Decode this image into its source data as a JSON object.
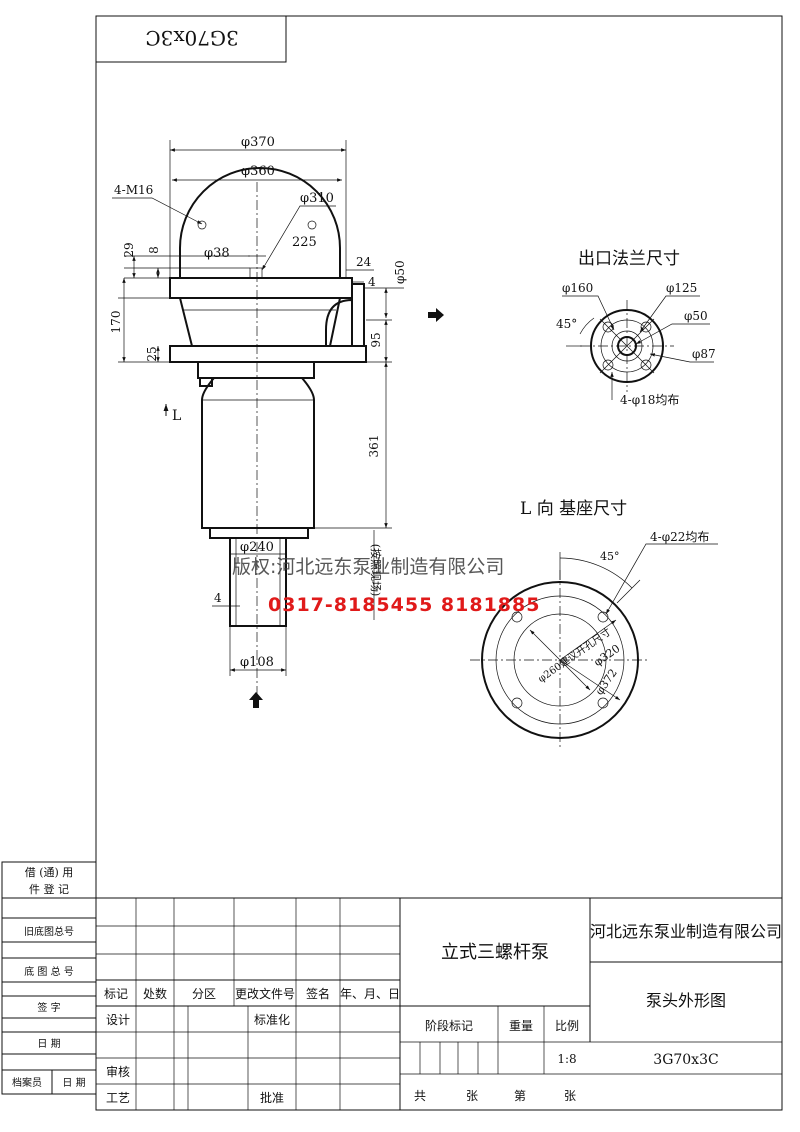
{
  "drawing": {
    "model_stamp": "3G70x3C",
    "dims": {
      "d370": "φ370",
      "d360": "φ360",
      "m16": "4-M16",
      "d310": "φ310",
      "d38": "φ38",
      "d225": "225",
      "d29": "29",
      "d8": "8",
      "d24": "24",
      "d4a": "4",
      "d50": "φ50",
      "d170": "170",
      "d25": "25",
      "d95": "95",
      "d361": "361",
      "d240": "φ240",
      "d4b": "4",
      "d108": "φ108",
      "view_l": "L",
      "side_note": "(按照现场)"
    },
    "outlet": {
      "title": "出口法兰尺寸",
      "d160": "φ160",
      "d125": "φ125",
      "angle": "45°",
      "d50": "φ50",
      "d87": "φ87",
      "holes": "4-φ18均布"
    },
    "base": {
      "title": "L 向 基座尺寸",
      "angle": "45°",
      "holes": "4-φ22均布",
      "d260": "φ260建议开孔尺寸",
      "d320": "φ320",
      "d372": "φ372"
    }
  },
  "watermark": {
    "line1": "版权:河北远东泵业制造有限公司",
    "line2": "0317-8185455  8181885"
  },
  "left_strip": {
    "borrow1": "借 (通) 用",
    "borrow2": "件 登 记",
    "old_no": "旧底图总号",
    "base_no": "底 图 总 号",
    "sign": "签     字",
    "date": "日     期",
    "archivist": "档案员",
    "date2": "日 期"
  },
  "title_block": {
    "h_mark": "标记",
    "h_count": "处数",
    "h_zone": "分区",
    "h_change": "更改文件号",
    "h_sign": "签名",
    "h_date": "年、月、日",
    "design": "设计",
    "standard": "标准化",
    "review": "审核",
    "process": "工艺",
    "approve": "批准",
    "product": "立式三螺杆泵",
    "company": "河北远东泵业制造有限公司",
    "drawing_name": "泵头外形图",
    "stage": "阶段标记",
    "weight": "重量",
    "scale_label": "比例",
    "scale": "1:8",
    "model": "3G70x3C",
    "total": "共",
    "sheets": "张",
    "page": "第",
    "sheets2": "张"
  }
}
